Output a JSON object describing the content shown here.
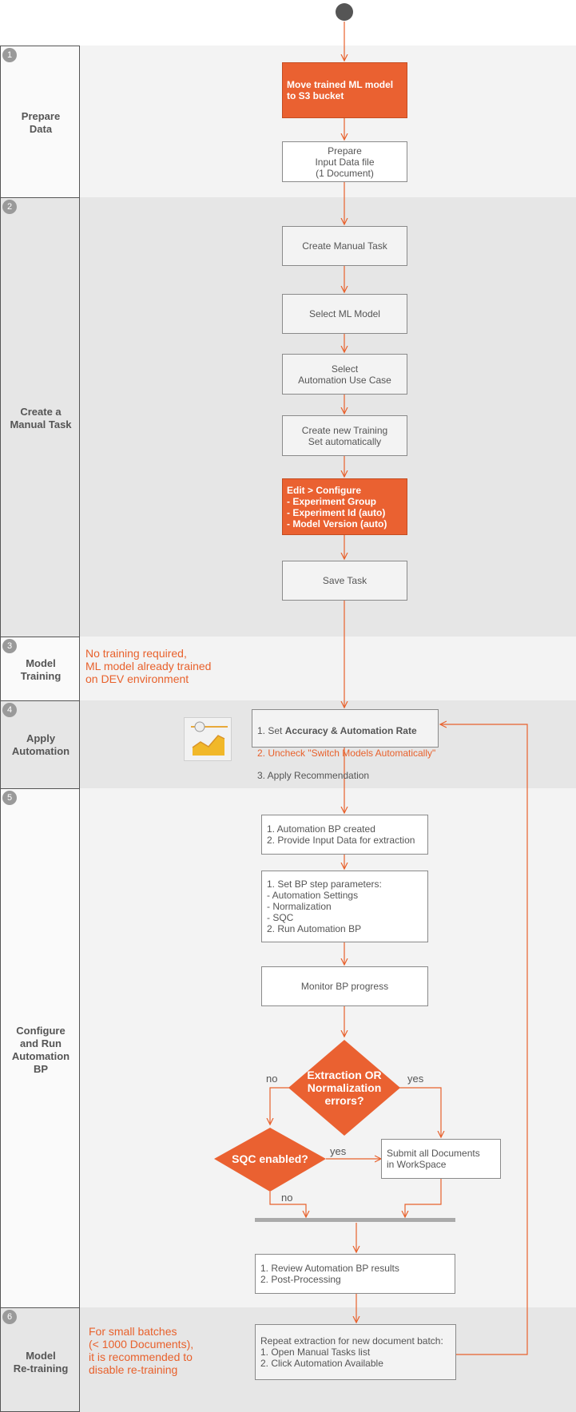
{
  "lanes": [
    {
      "num": "1",
      "title": "Prepare\nData"
    },
    {
      "num": "2",
      "title": "Create a\nManual Task"
    },
    {
      "num": "3",
      "title": "Model\nTraining"
    },
    {
      "num": "4",
      "title": "Apply\nAutomation"
    },
    {
      "num": "5",
      "title": "Configure\nand Run\nAutomation\nBP"
    },
    {
      "num": "6",
      "title": "Model\nRe-training"
    }
  ],
  "nodes": {
    "move_model": "Move trained ML model\nto S3 bucket",
    "prepare_input": "Prepare\nInput Data file\n(1 Document)",
    "create_manual_task": "Create Manual Task",
    "select_ml_model": "Select ML Model",
    "select_use_case": "Select\nAutomation Use Case",
    "create_training_set": "Create new Training\nSet automatically",
    "edit_configure": "Edit > Configure\n- Experiment Group\n- Experiment Id (auto)\n- Model Version (auto)",
    "save_task": "Save Task",
    "apply_line1_prefix": "1. Set ",
    "apply_line1_bold": "Accuracy & Automation Rate",
    "apply_line2": "2. Uncheck \"Switch Models Automatically\"",
    "apply_line3": "3. Apply Recommendation",
    "bp_created": "1. Automation BP created\n2. Provide Input Data for extraction",
    "bp_params": "1. Set BP step parameters:\n  - Automation Settings\n  - Normalization\n  - SQC\n2. Run Automation BP",
    "monitor": "Monitor BP progress",
    "decision_errors": "Extraction OR\nNormalization\nerrors?",
    "decision_sqc": "SQC enabled?",
    "submit_docs": "Submit all Documents\nin WorkSpace",
    "review": "1. Review Automation BP results\n2. Post-Processing",
    "repeat": "Repeat extraction for new document batch:\n1. Open Manual Tasks list\n2. Click Automation Available"
  },
  "edge_labels": {
    "errors_no": "no",
    "errors_yes": "yes",
    "sqc_yes": "yes",
    "sqc_no": "no"
  },
  "notes": {
    "model_training": "No training required,\nML model already trained\non DEV environment",
    "retraining": "For small batches\n(< 1000 Documents),\nit is recommended to\ndisable re-training"
  },
  "icons": {
    "automation_chart": "automation-chart-icon"
  },
  "colors": {
    "accent": "#ea6131",
    "arrow": "#e8612c",
    "lane_border": "#555555"
  }
}
